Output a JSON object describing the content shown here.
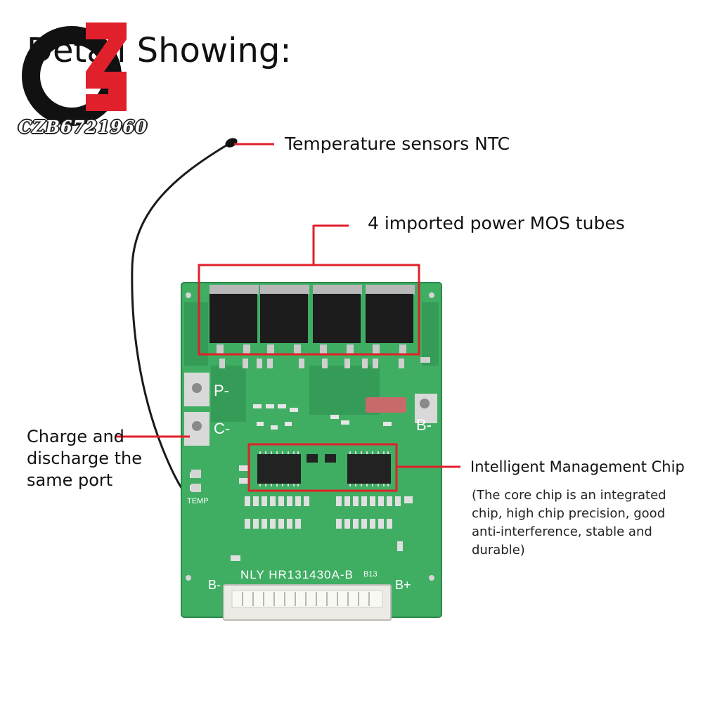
{
  "title": "Detail Showing:",
  "logo": {
    "text": "CZB6721960",
    "colors": {
      "black": "#111111",
      "red": "#e0202a"
    }
  },
  "labels": {
    "ntc": "Temperature sensors NTC",
    "mos": "4 imported power MOS tubes",
    "port": "Charge and discharge the same port",
    "chip": "Intelligent Management Chip",
    "chip_desc": "(The core chip is an integrated chip, high chip precision, good anti-interference, stable and durable)"
  },
  "board": {
    "pads": {
      "p_minus": "P-",
      "c_minus": "C-",
      "b_minus_right": "B-",
      "b_minus": "B-",
      "b_plus": "B+",
      "temp": "TEMP"
    },
    "silkscreen": "NLY HR131430A-B",
    "b13": "B13"
  },
  "colors": {
    "pcb": "#3fae63",
    "pcb_dark": "#2f9652",
    "highlight": "#e0202a",
    "mosfet": "#1c1c1c",
    "chip": "#222222"
  }
}
